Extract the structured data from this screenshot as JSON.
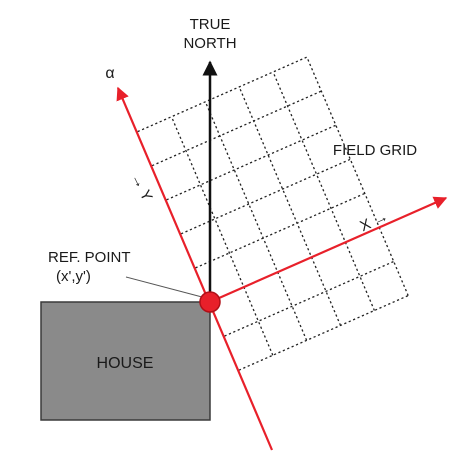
{
  "labels": {
    "true_north_line1": "TRUE",
    "true_north_line2": "NORTH",
    "alpha": "α",
    "field_grid": "FIELD GRID",
    "x_axis": "X →",
    "y_axis": "→ Y",
    "ref_point_line1": "REF. POINT",
    "ref_point_line2": "(x',y')",
    "house": "HOUSE"
  },
  "colors": {
    "axis_red": "#e8202a",
    "north_black": "#111111",
    "house_fill": "#8a8a8a",
    "house_stroke": "#3a3a3a",
    "grid": "#222222"
  }
}
